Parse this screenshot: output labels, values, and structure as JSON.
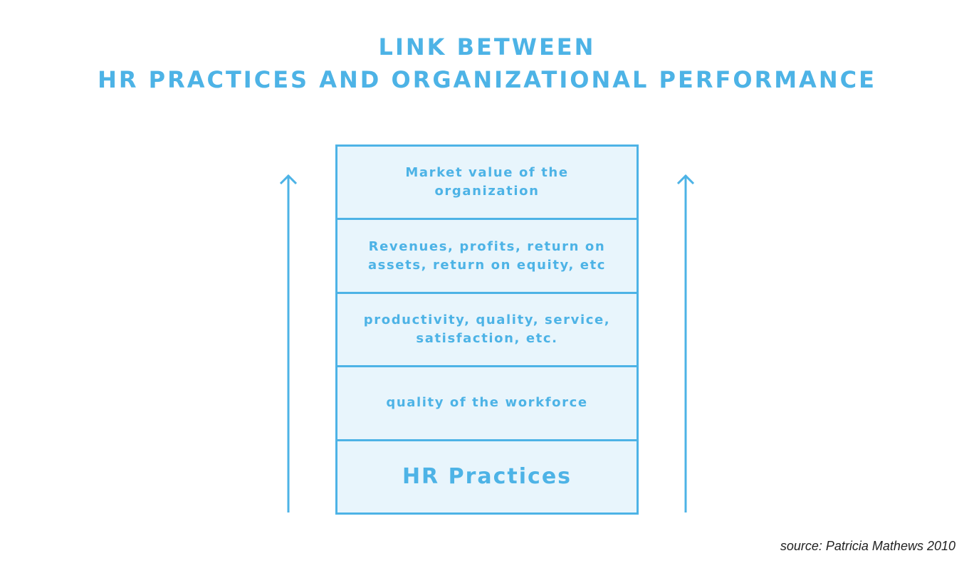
{
  "title": {
    "line1": "LINK BETWEEN",
    "line2": "HR PRACTICES AND ORGANIZATIONAL PERFORMANCE"
  },
  "layers": [
    {
      "label": "Market  value of the organization"
    },
    {
      "label": "Revenues, profits, return on assets, return on equity, etc"
    },
    {
      "label": "productivity, quality, service, satisfaction, etc."
    },
    {
      "label": "quality of the workforce"
    },
    {
      "label": "HR Practices"
    }
  ],
  "arrows": [
    {
      "side": "left",
      "direction": "up",
      "icon": "arrow-up-icon"
    },
    {
      "side": "right",
      "direction": "up",
      "icon": "arrow-up-icon"
    }
  ],
  "source": "source: Patricia Mathews 2010",
  "colors": {
    "accent": "#4db3e6",
    "box_fill": "#e8f5fc",
    "source_text": "#222222"
  }
}
